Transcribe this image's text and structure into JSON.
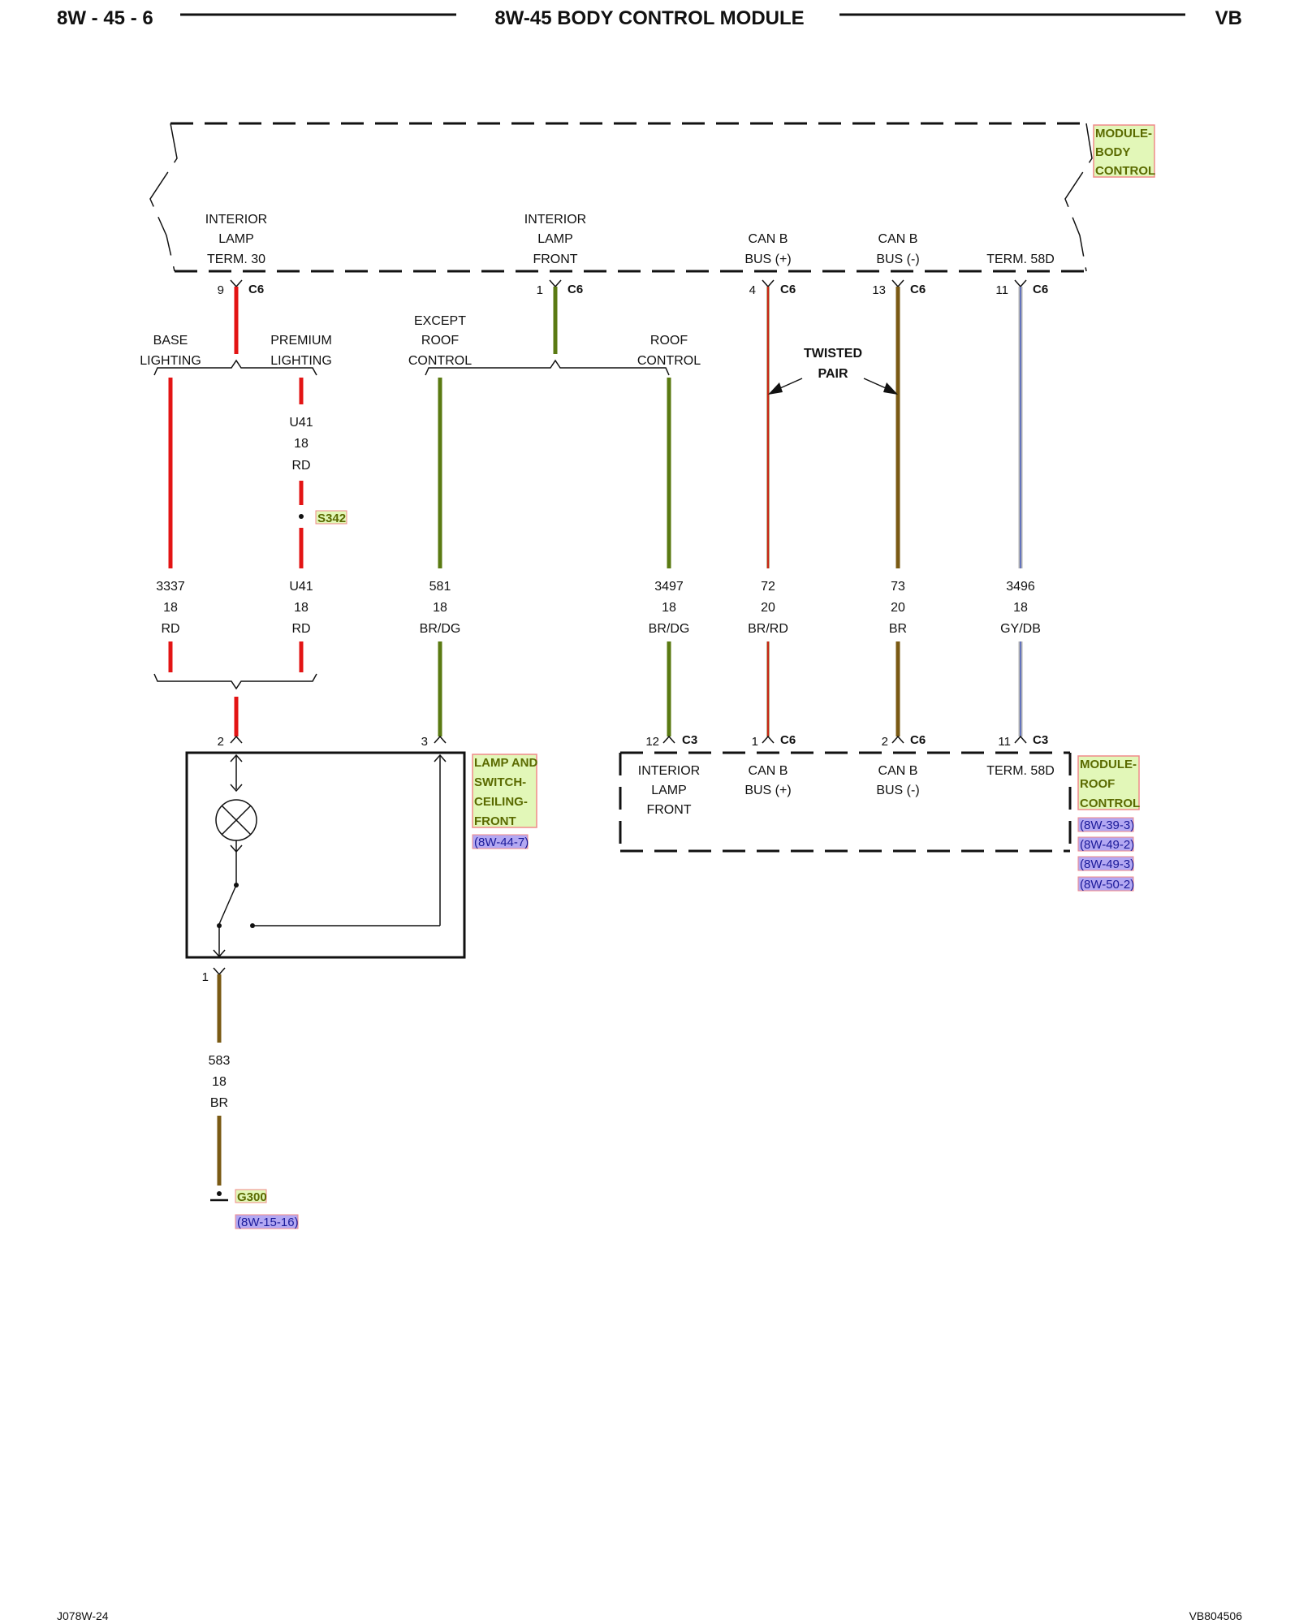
{
  "header": {
    "page_code": "8W - 45 - 6",
    "title": "8W-45 BODY CONTROL MODULE",
    "vehicle": "VB"
  },
  "footer": {
    "left_code": "J078W-24",
    "right_code": "VB804506"
  },
  "modules": {
    "body_control": {
      "tag": [
        "MODULE-",
        "BODY",
        "CONTROL"
      ],
      "pins": [
        {
          "label": [
            "INTERIOR",
            "LAMP",
            "TERM. 30"
          ],
          "pin": "9",
          "connector": "C6"
        },
        {
          "label": [
            "INTERIOR",
            "LAMP",
            "FRONT"
          ],
          "pin": "1",
          "connector": "C6"
        },
        {
          "label": [
            "CAN B",
            "BUS (+)"
          ],
          "pin": "4",
          "connector": "C6"
        },
        {
          "label": [
            "CAN B",
            "BUS (-)"
          ],
          "pin": "13",
          "connector": "C6"
        },
        {
          "label": [
            "TERM. 58D"
          ],
          "pin": "11",
          "connector": "C6"
        }
      ]
    },
    "roof_control": {
      "tag": [
        "MODULE-",
        "ROOF",
        "CONTROL"
      ],
      "refs": [
        "(8W-39-3)",
        "(8W-49-2)",
        "(8W-49-3)",
        "(8W-50-2)"
      ],
      "pins": [
        {
          "label": [
            "INTERIOR",
            "LAMP",
            "FRONT"
          ],
          "pin": "12",
          "connector": "C3"
        },
        {
          "label": [
            "CAN B",
            "BUS (+)"
          ],
          "pin": "1",
          "connector": "C6"
        },
        {
          "label": [
            "CAN B",
            "BUS (-)"
          ],
          "pin": "2",
          "connector": "C6"
        },
        {
          "label": [
            "TERM. 58D"
          ],
          "pin": "11",
          "connector": "C3"
        }
      ]
    },
    "lamp_switch": {
      "tag": [
        "LAMP AND",
        "SWITCH-",
        "CEILING-",
        "FRONT"
      ],
      "ref": "(8W-44-7)",
      "pins": [
        "2",
        "3",
        "1"
      ]
    }
  },
  "options": {
    "base_lighting": [
      "BASE",
      "LIGHTING"
    ],
    "premium_lighting": [
      "PREMIUM",
      "LIGHTING"
    ],
    "except_roof_control": [
      "EXCEPT",
      "ROOF",
      "CONTROL"
    ],
    "roof_control": [
      "ROOF",
      "CONTROL"
    ]
  },
  "twisted_pair": [
    "TWISTED",
    "PAIR"
  ],
  "splice": {
    "id": "S342"
  },
  "ground": {
    "id": "G300",
    "ref": "(8W-15-16)"
  },
  "wires": {
    "u41_upper": {
      "circuit": "U41",
      "gauge": "18",
      "color": "RD"
    },
    "w3337": {
      "circuit": "3337",
      "gauge": "18",
      "color": "RD"
    },
    "u41_lower": {
      "circuit": "U41",
      "gauge": "18",
      "color": "RD"
    },
    "w581": {
      "circuit": "581",
      "gauge": "18",
      "color": "BR/DG"
    },
    "w3497": {
      "circuit": "3497",
      "gauge": "18",
      "color": "BR/DG"
    },
    "w72": {
      "circuit": "72",
      "gauge": "20",
      "color": "BR/RD"
    },
    "w73": {
      "circuit": "73",
      "gauge": "20",
      "color": "BR"
    },
    "w3496": {
      "circuit": "3496",
      "gauge": "18",
      "color": "GY/DB"
    },
    "w583": {
      "circuit": "583",
      "gauge": "18",
      "color": "BR"
    }
  },
  "colors": {
    "red": "#e31414",
    "green": "#5a7a12",
    "brown": "#7a5a14",
    "blue": "#7f8fd0",
    "tag_fill": "#e2f7b8",
    "tag_border": "#f08a8a",
    "ref_fill": "#b3a8f2"
  }
}
